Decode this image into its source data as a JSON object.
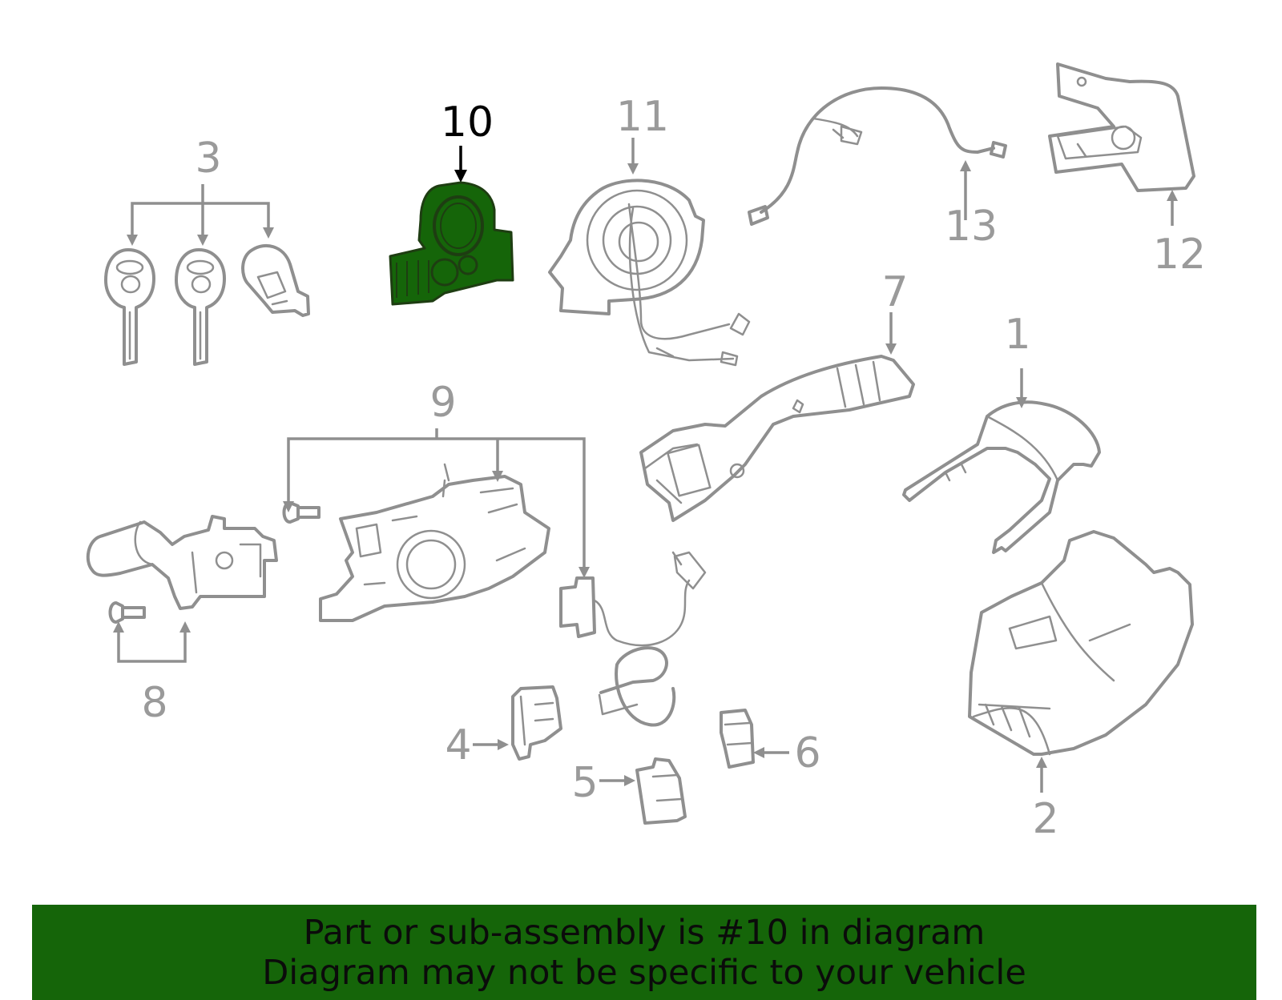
{
  "callouts": [
    {
      "id": "1",
      "text": "1"
    },
    {
      "id": "2",
      "text": "2"
    },
    {
      "id": "3",
      "text": "3"
    },
    {
      "id": "4",
      "text": "4"
    },
    {
      "id": "5",
      "text": "5"
    },
    {
      "id": "6",
      "text": "6"
    },
    {
      "id": "7",
      "text": "7"
    },
    {
      "id": "8",
      "text": "8"
    },
    {
      "id": "9",
      "text": "9"
    },
    {
      "id": "10",
      "text": "10"
    },
    {
      "id": "11",
      "text": "11"
    },
    {
      "id": "12",
      "text": "12"
    },
    {
      "id": "13",
      "text": "13"
    }
  ],
  "highlighted_part": "10",
  "colors": {
    "highlight_fill": "#156509",
    "line_art": "#8f8f8f",
    "active_label": "#000000",
    "banner_bg": "#156509"
  },
  "banner": {
    "line1": "Part or sub-assembly is #10 in diagram",
    "line2": "Diagram may not be specific to your vehicle"
  }
}
